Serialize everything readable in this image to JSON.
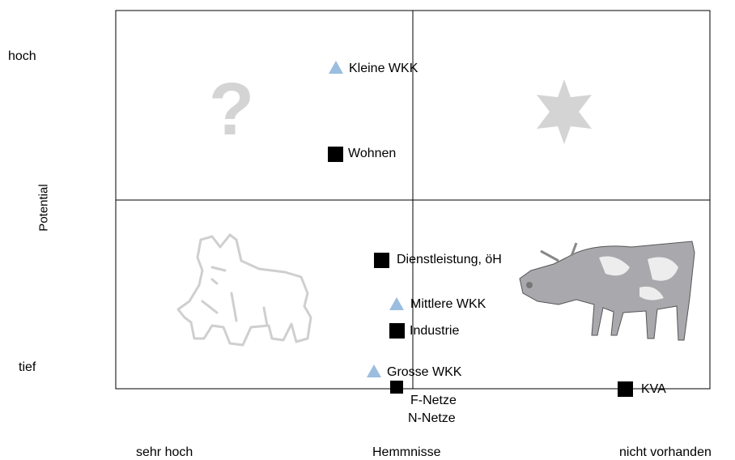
{
  "y_axis": {
    "title": "Potential",
    "high": "hoch",
    "low": "tief"
  },
  "x_axis": {
    "title": "Hemmnisse",
    "left": "sehr hoch",
    "right": "nicht vorhanden"
  },
  "quadrant_icons": [
    "question-mark-icon",
    "star-icon",
    "dog-icon",
    "cow-icon"
  ],
  "points": [
    {
      "label": "Kleine WKK",
      "marker": "triangle"
    },
    {
      "label": "Wohnen",
      "marker": "square"
    },
    {
      "label": "Dienstleistung, öH",
      "marker": "square"
    },
    {
      "label": "Mittlere WKK",
      "marker": "triangle"
    },
    {
      "label": "Industrie",
      "marker": "square"
    },
    {
      "label": "Grosse WKK",
      "marker": "triangle"
    },
    {
      "label": "F-Netze",
      "marker": "square"
    },
    {
      "label": "N-Netze",
      "marker": "square"
    },
    {
      "label": "KVA",
      "marker": "square"
    }
  ],
  "colors": {
    "triangle": "#9bbde0",
    "square": "#000000",
    "icon": "#d4d4d4",
    "grid": "#000000"
  }
}
